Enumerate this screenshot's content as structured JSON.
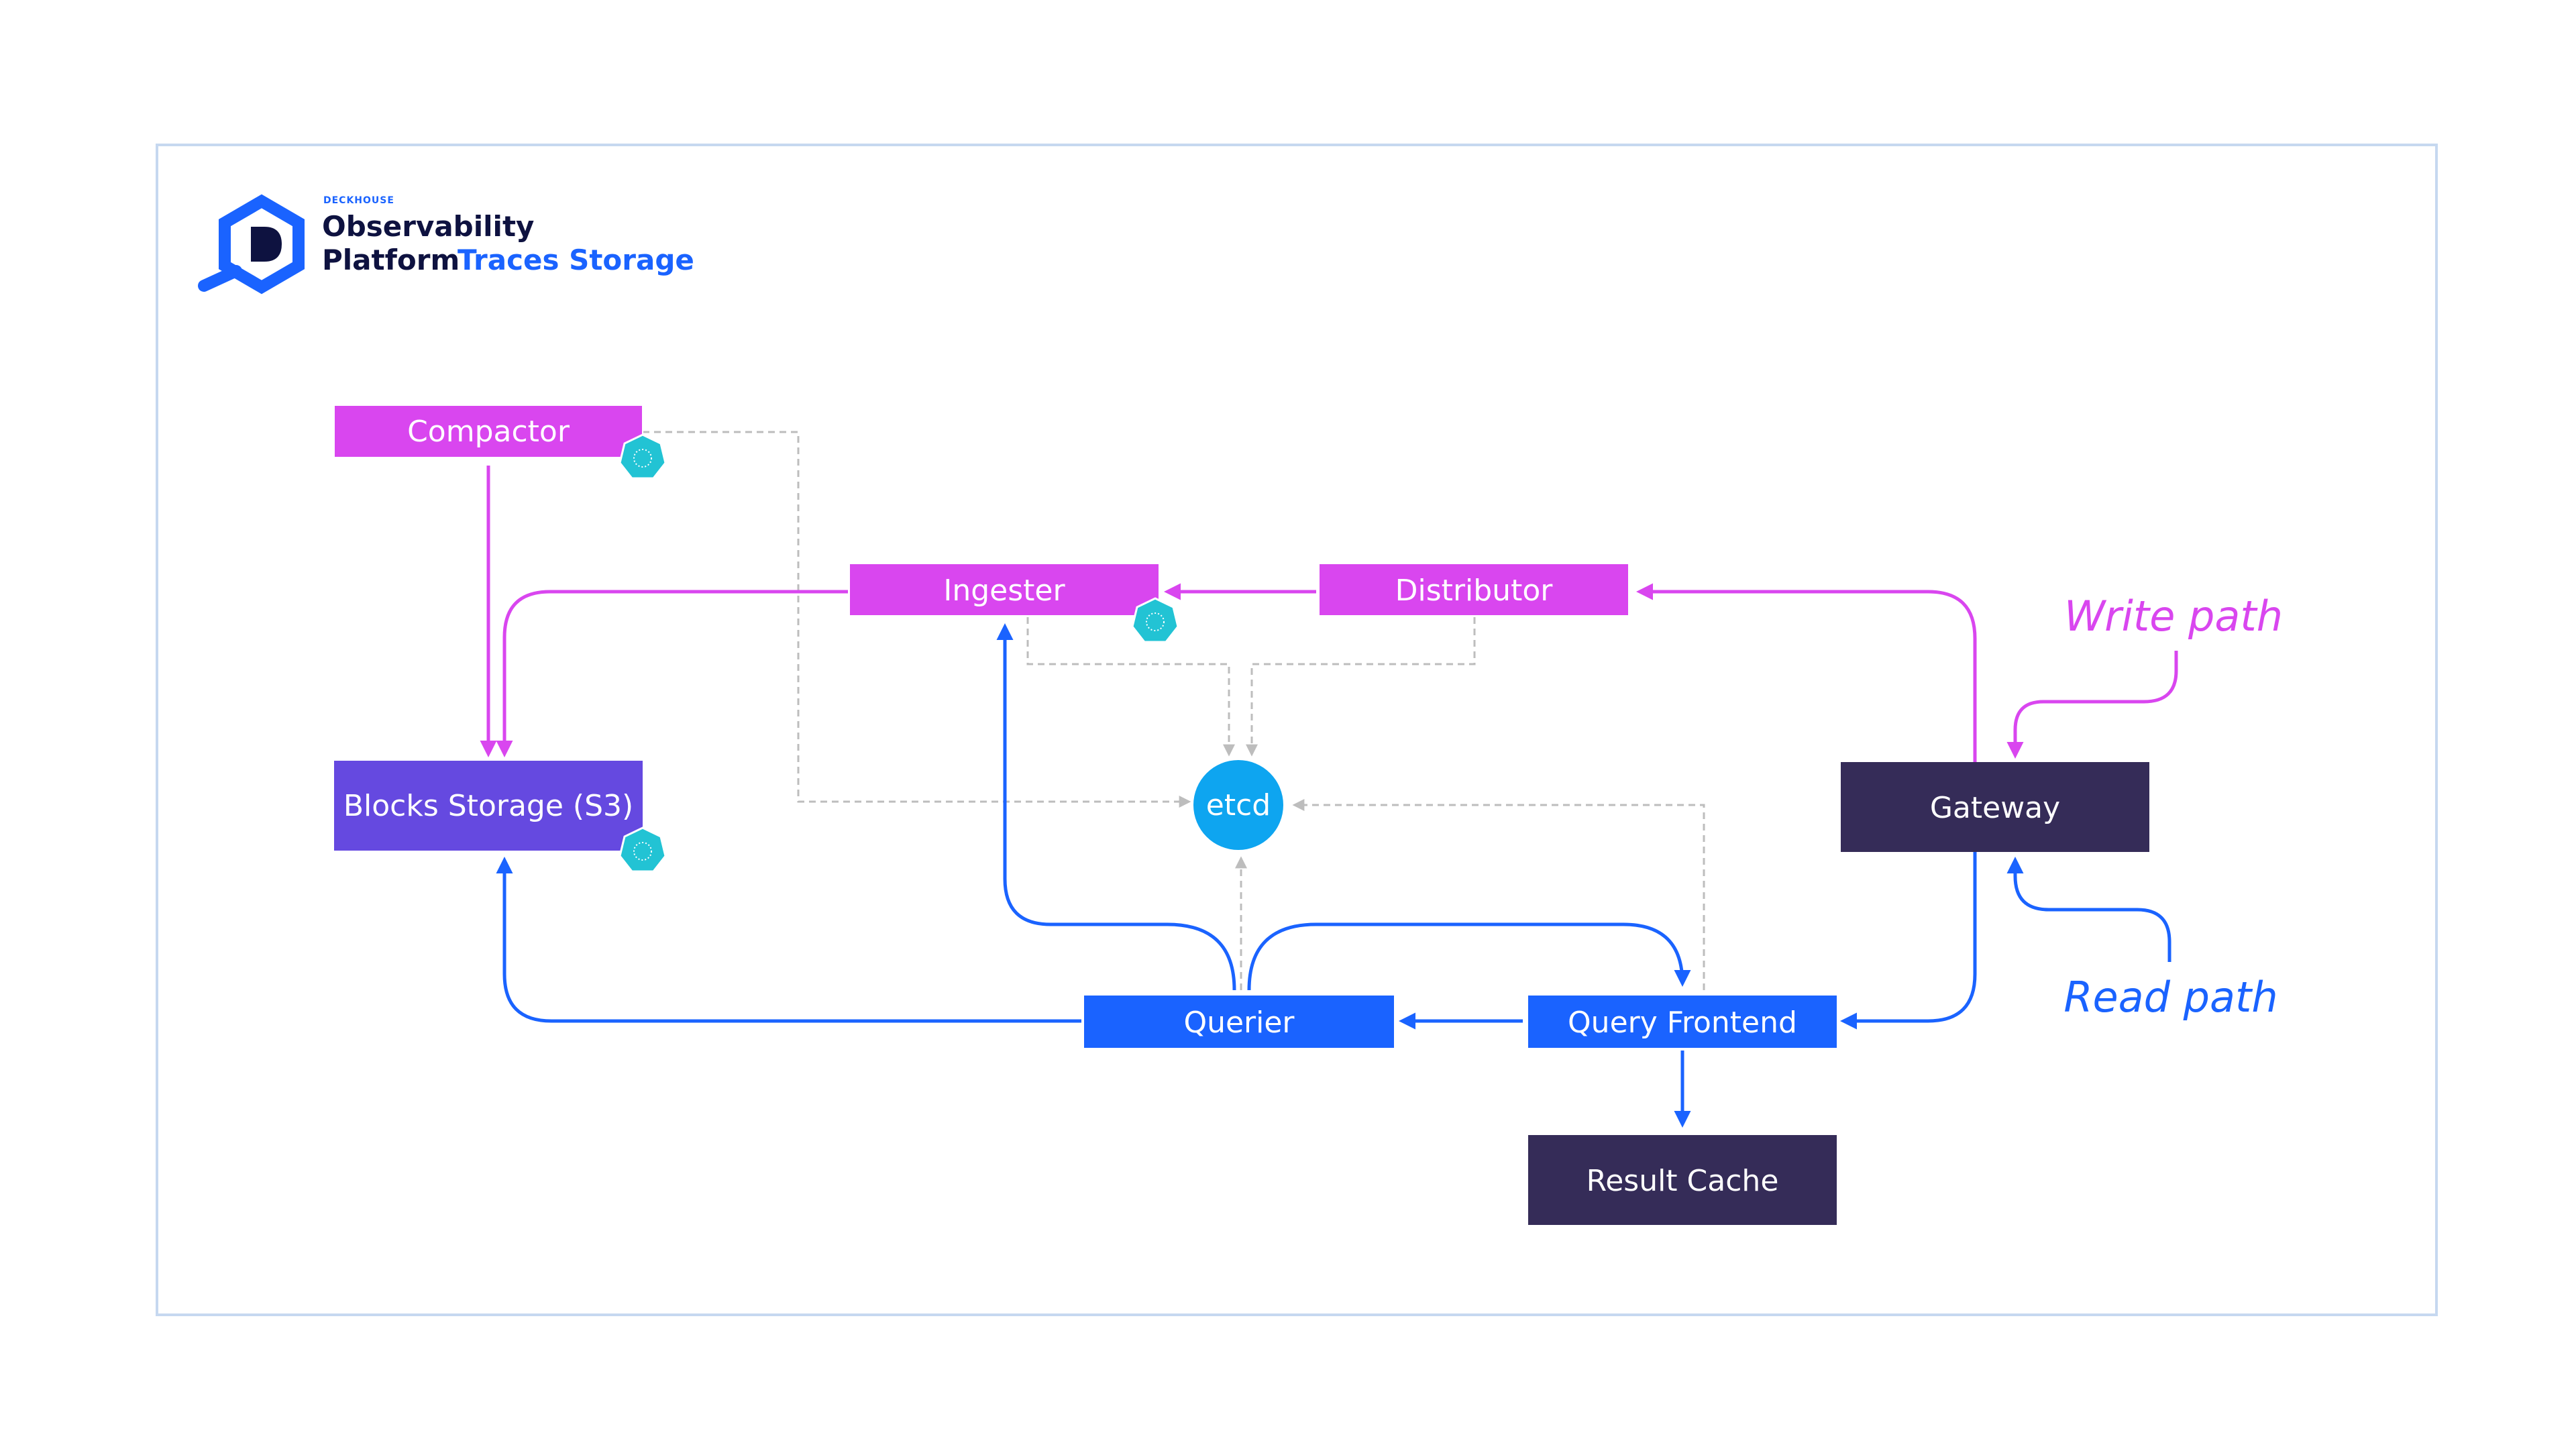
{
  "logo": {
    "brand_small": "DECKHOUSE",
    "line1": "Observability",
    "line2": "Platform",
    "accent": "Traces Storage"
  },
  "nodes": {
    "compactor": "Compactor",
    "ingester": "Ingester",
    "distributor": "Distributor",
    "blocks_storage": "Blocks Storage (S3)",
    "etcd": "etcd",
    "gateway": "Gateway",
    "querier": "Querier",
    "query_frontend": "Query Frontend",
    "result_cache": "Result Cache"
  },
  "annotations": {
    "write_path": "Write path",
    "read_path": "Read path"
  },
  "colors": {
    "write": "#d946ef",
    "read": "#1a63ff",
    "storage": "#6549e0",
    "dark": "#352c58",
    "etcd": "#0ea5f0",
    "k8s_badge": "#22c3d4",
    "dashed": "#bdbdbd",
    "frame": "#c6d8f0"
  }
}
